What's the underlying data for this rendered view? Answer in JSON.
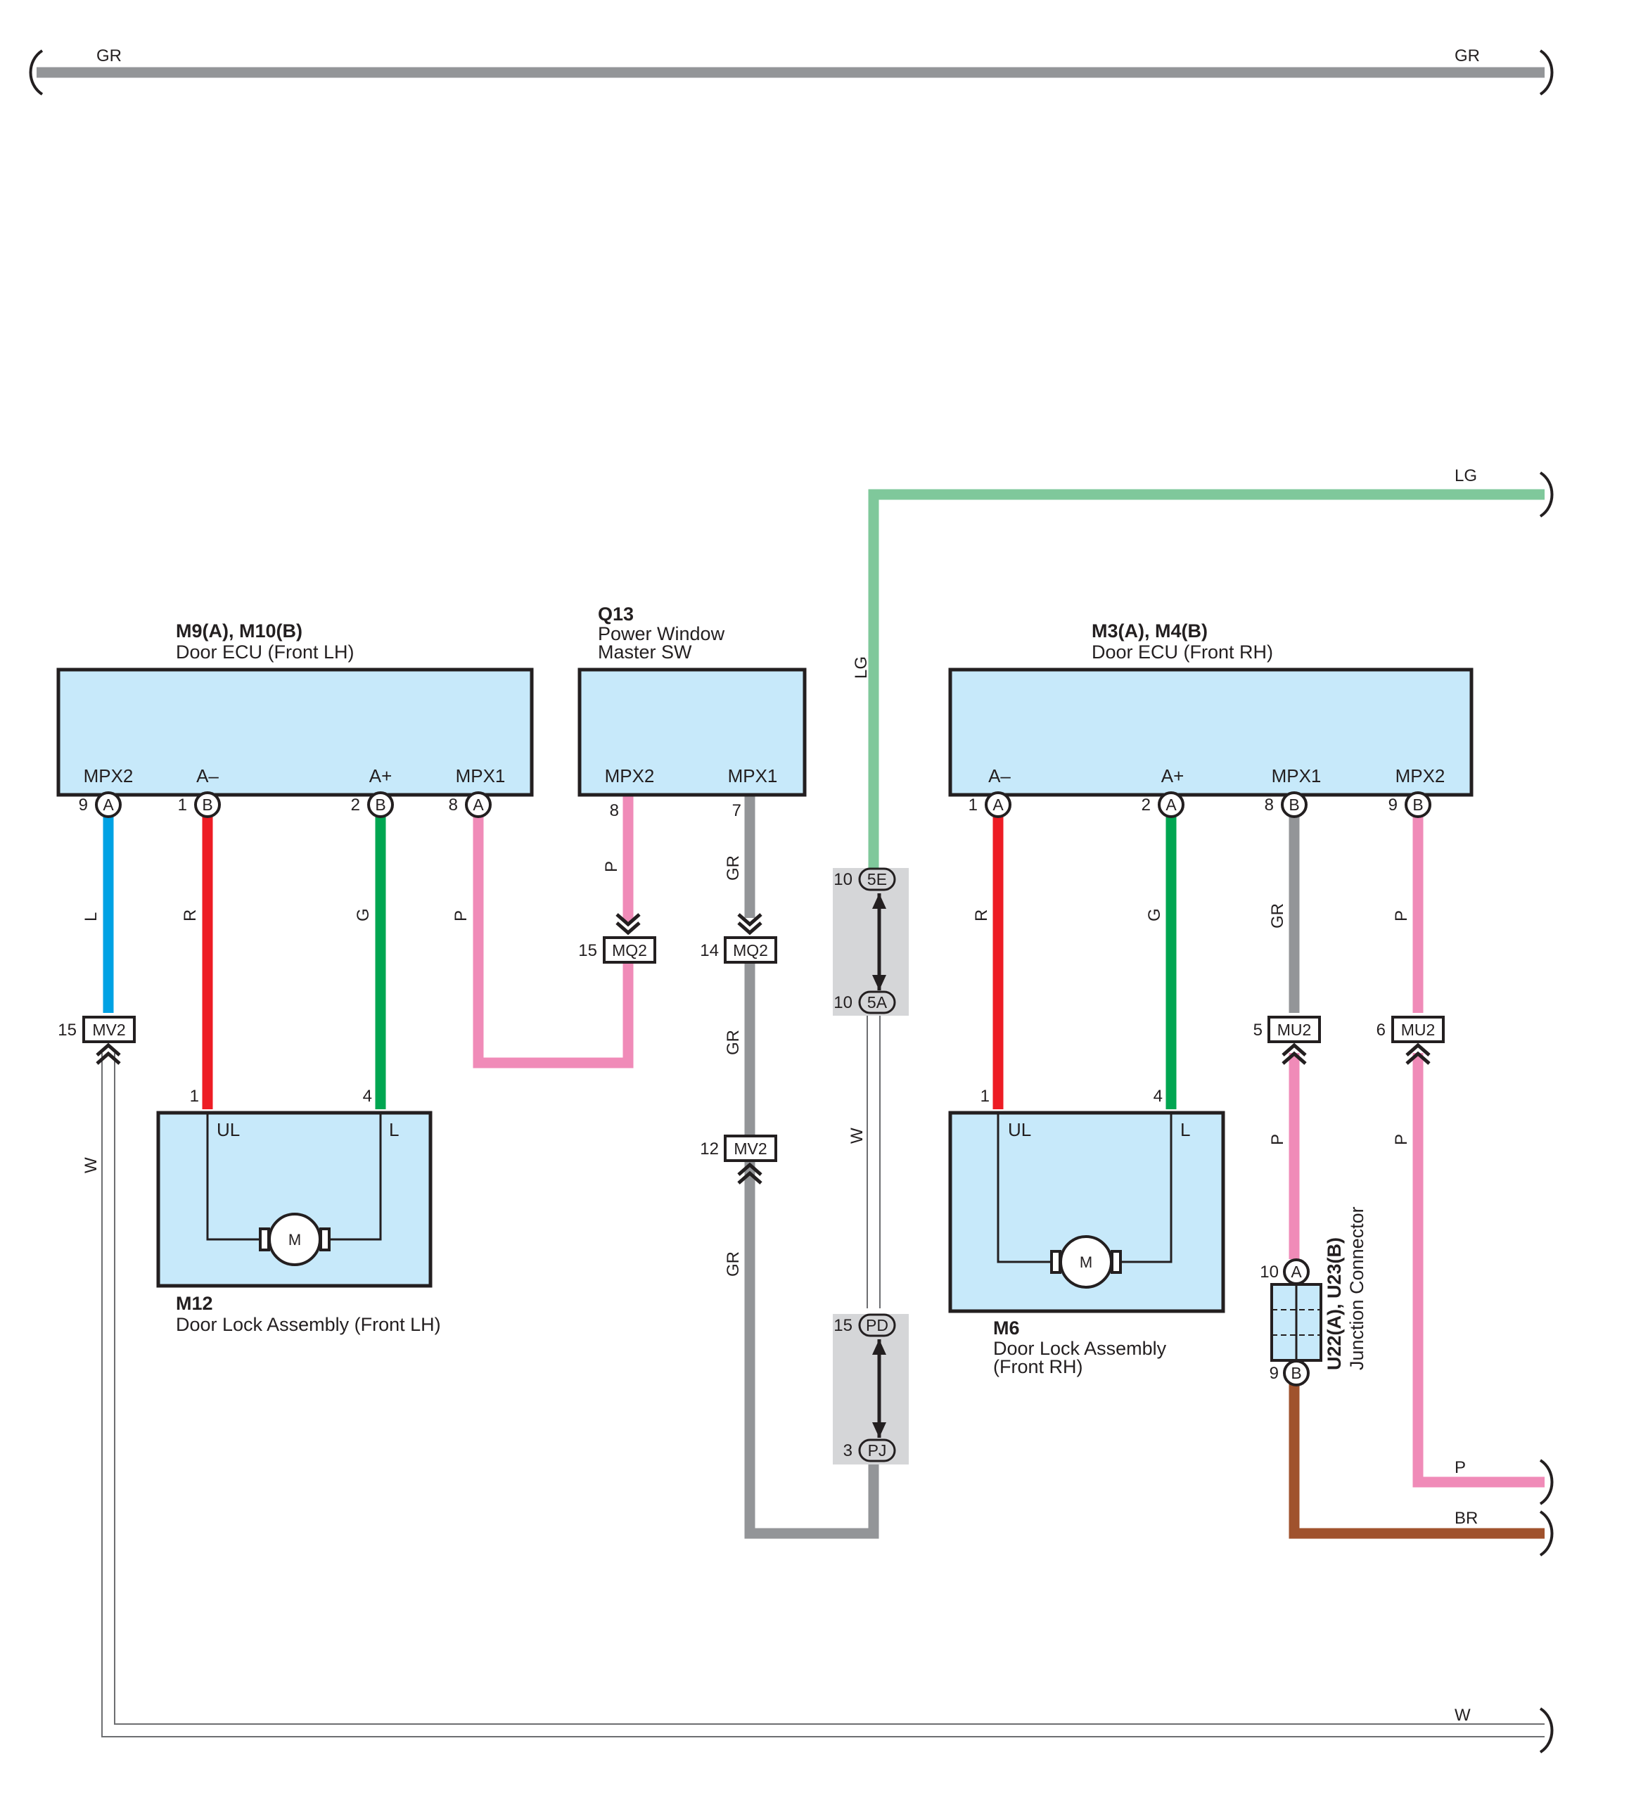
{
  "colors": {
    "GR": "#939598",
    "LG": "#7fc89b",
    "L": "#00a2e4",
    "R": "#ed1c24",
    "G": "#00a651",
    "P": "#f08bb8",
    "W": "#ffffff",
    "BR": "#a0522d",
    "component_fill": "#c7e9fa",
    "splice_fill": "#d5d6d8",
    "outline": "#231f20"
  },
  "wire_labels": {
    "top_left": "GR",
    "top_right": "GR",
    "lg_right": "LG",
    "lg_vertical": "LG",
    "lh_mpx2": "L",
    "lh_am": "R",
    "lh_ap": "G",
    "lh_mpx1": "P",
    "q13_mpx2": "P",
    "q13_mpx1": "GR",
    "gr_mid": "GR",
    "gr_low": "GR",
    "w_center": "W",
    "w_left": "W",
    "w_bottom": "W",
    "rh_am": "R",
    "rh_ap": "G",
    "rh_mpx1": "GR",
    "rh_mpx2": "P",
    "rh_mpx1_lower": "P",
    "rh_mpx2_lower": "P",
    "p_right": "P",
    "br_right": "BR"
  },
  "components": {
    "lh_ecu": {
      "code": "M9(A), M10(B)",
      "name": "Door ECU (Front LH)",
      "terminals": [
        "MPX2",
        "A–",
        "A+",
        "MPX1"
      ]
    },
    "q13": {
      "code": "Q13",
      "name_line1": "Power Window",
      "name_line2": "Master SW",
      "terminals": [
        "MPX2",
        "MPX1"
      ]
    },
    "rh_ecu": {
      "code": "M3(A), M4(B)",
      "name": "Door ECU (Front RH)",
      "terminals": [
        "A–",
        "A+",
        "MPX1",
        "MPX2"
      ]
    },
    "lh_lock": {
      "code": "M12",
      "name": "Door Lock Assembly (Front LH)",
      "terminal_ul": "UL",
      "terminal_l": "L",
      "motor": "M"
    },
    "rh_lock": {
      "code": "M6",
      "name_line1": "Door Lock Assembly",
      "name_line2": "(Front RH)",
      "terminal_ul": "UL",
      "terminal_l": "L",
      "motor": "M"
    },
    "junction": {
      "code": "U22(A), U23(B)",
      "name": "Junction Connector"
    }
  },
  "pins": {
    "lh_mpx2": {
      "num": "9",
      "circ": "A"
    },
    "lh_am": {
      "num": "1",
      "circ": "B"
    },
    "lh_ap": {
      "num": "2",
      "circ": "B"
    },
    "lh_mpx1": {
      "num": "8",
      "circ": "A"
    },
    "q13_mpx2": {
      "num": "8"
    },
    "q13_mpx1": {
      "num": "7"
    },
    "rh_am": {
      "num": "1",
      "circ": "A"
    },
    "rh_ap": {
      "num": "2",
      "circ": "A"
    },
    "rh_mpx1": {
      "num": "8",
      "circ": "B"
    },
    "rh_mpx2": {
      "num": "9",
      "circ": "B"
    },
    "lh_lock_ul": {
      "num": "1"
    },
    "lh_lock_l": {
      "num": "4"
    },
    "rh_lock_ul": {
      "num": "1"
    },
    "rh_lock_l": {
      "num": "4"
    },
    "junction_a": {
      "num": "10",
      "circ": "A"
    },
    "junction_b": {
      "num": "9",
      "circ": "B"
    }
  },
  "connectors": {
    "mv2_left": {
      "num": "15",
      "label": "MV2"
    },
    "mq2_left": {
      "num": "15",
      "label": "MQ2"
    },
    "mq2_right": {
      "num": "14",
      "label": "MQ2"
    },
    "mv2_mid": {
      "num": "12",
      "label": "MV2"
    },
    "mu2_left": {
      "num": "5",
      "label": "MU2"
    },
    "mu2_right": {
      "num": "6",
      "label": "MU2"
    }
  },
  "splices": {
    "s5e": {
      "num": "10",
      "label": "5E"
    },
    "s5a": {
      "num": "10",
      "label": "5A"
    },
    "spd": {
      "num": "15",
      "label": "PD"
    },
    "spj": {
      "num": "3",
      "label": "PJ"
    }
  }
}
